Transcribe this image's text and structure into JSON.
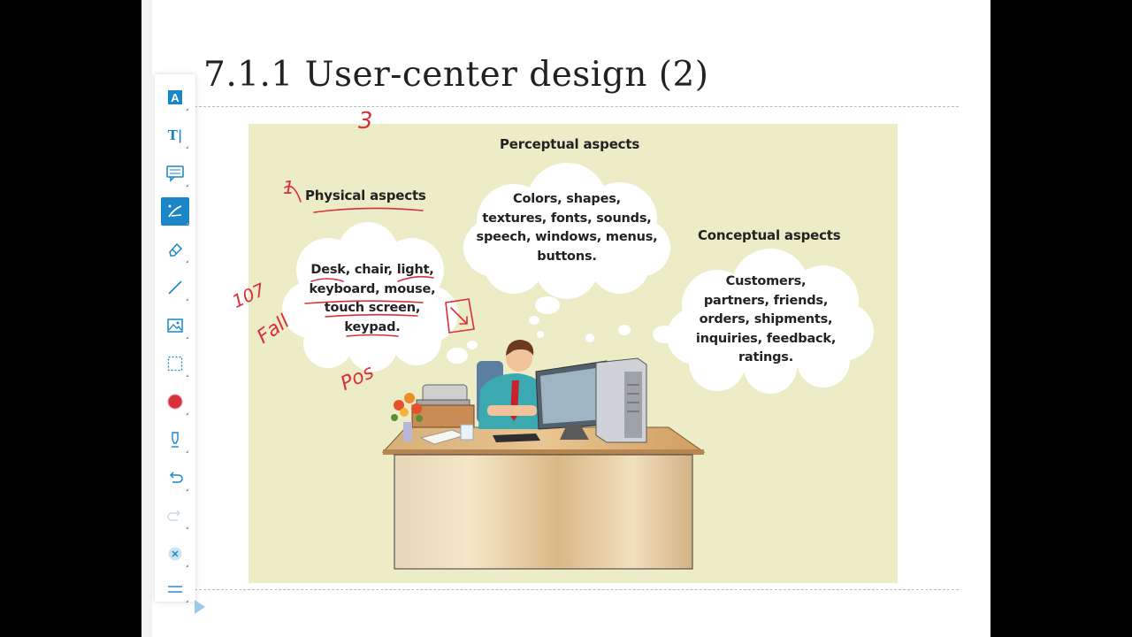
{
  "slide": {
    "title": "7.1.1 User-center design (2)"
  },
  "toolbar": {
    "tools": [
      {
        "name": "text-style-icon",
        "glyph": "A"
      },
      {
        "name": "text-tool-icon",
        "glyph": "T|"
      },
      {
        "name": "comment-icon"
      },
      {
        "name": "pen-icon",
        "active": true
      },
      {
        "name": "eraser-icon"
      },
      {
        "name": "line-icon"
      },
      {
        "name": "image-icon"
      },
      {
        "name": "select-icon"
      },
      {
        "name": "color-icon",
        "color": "#d8303a"
      },
      {
        "name": "highlighter-icon"
      },
      {
        "name": "undo-icon"
      },
      {
        "name": "redo-icon"
      },
      {
        "name": "clear-icon"
      },
      {
        "name": "menu-icon"
      }
    ],
    "active_color": "#1a86c7"
  },
  "figure": {
    "perceptual_label": "Perceptual aspects",
    "perceptual_lines": [
      "Colors, shapes,",
      "textures, fonts, sounds,",
      "speech, windows, menus,",
      "buttons."
    ],
    "physical_label": "Physical aspects",
    "physical_lines": [
      "Desk, chair, light,",
      "keyboard, mouse,",
      "touch screen,",
      "keypad."
    ],
    "conceptual_label": "Conceptual aspects",
    "conceptual_lines": [
      "Customers,",
      "partners, friends,",
      "orders, shipments,",
      "inquiries, feedback,",
      "ratings."
    ],
    "background": "#ececc7"
  },
  "annotations": {
    "ink_color": "#d8303a",
    "three": "3",
    "one": "1",
    "num_107": "107",
    "fall": "Fall",
    "pos": "Pos"
  }
}
